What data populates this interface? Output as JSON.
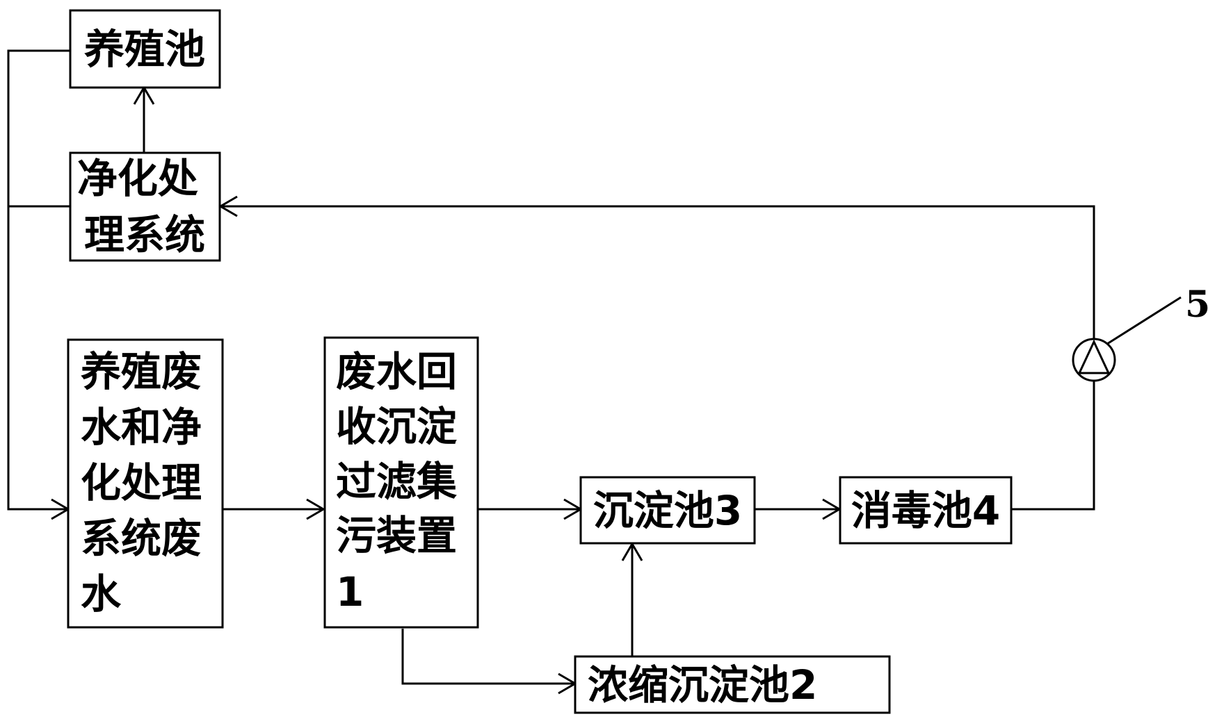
{
  "diagram": {
    "nodes": {
      "breeding_pond": {
        "lines": [
          "养殖池"
        ]
      },
      "purification_system": {
        "lines": [
          "净化处",
          "理系统"
        ]
      },
      "wastewater": {
        "lines": [
          "养殖废",
          "水和净",
          "化处理",
          "系统废",
          "水"
        ]
      },
      "recovery_device": {
        "lines": [
          "废水回",
          "收沉淀",
          "过滤集",
          "污装置",
          "1"
        ]
      },
      "sedimentation_tank": {
        "lines": [
          "沉淀池3"
        ]
      },
      "disinfection_tank": {
        "lines": [
          "消毒池4"
        ]
      },
      "thickening_tank": {
        "lines": [
          "浓缩沉淀池2"
        ]
      }
    },
    "pump_label": "5",
    "edges": [
      {
        "from": "purification_system",
        "to": "breeding_pond"
      },
      {
        "from": "disinfection_tank",
        "to": "purification_system",
        "via": "pump"
      },
      {
        "from": "breeding_pond",
        "to": "wastewater"
      },
      {
        "from": "purification_system",
        "to": "wastewater"
      },
      {
        "from": "wastewater",
        "to": "recovery_device"
      },
      {
        "from": "recovery_device",
        "to": "sedimentation_tank"
      },
      {
        "from": "recovery_device",
        "to": "thickening_tank"
      },
      {
        "from": "thickening_tank",
        "to": "sedimentation_tank"
      },
      {
        "from": "sedimentation_tank",
        "to": "disinfection_tank"
      }
    ]
  }
}
